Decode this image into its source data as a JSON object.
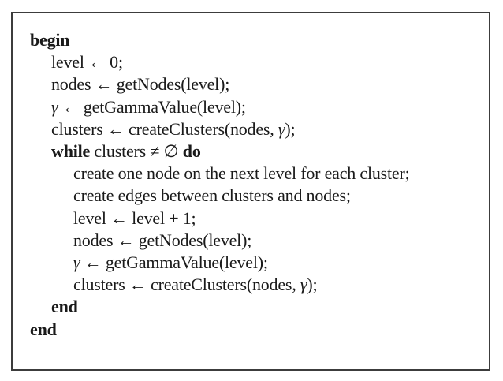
{
  "figure": {
    "type": "algorithm-pseudocode",
    "colors": {
      "text": "#1a1a1a",
      "border": "#3c3c3c",
      "background": "#ffffff"
    },
    "lines": [
      {
        "indent": 0,
        "segments": [
          {
            "text": "begin",
            "style": "bold"
          }
        ]
      },
      {
        "indent": 1,
        "segments": [
          {
            "text": "level ← 0;",
            "style": "normal"
          }
        ]
      },
      {
        "indent": 1,
        "segments": [
          {
            "text": "nodes ← getNodes(level);",
            "style": "normal"
          }
        ]
      },
      {
        "indent": 1,
        "segments": [
          {
            "text": "γ",
            "style": "italic"
          },
          {
            "text": " ← getGammaValue(level);",
            "style": "normal"
          }
        ]
      },
      {
        "indent": 1,
        "segments": [
          {
            "text": "clusters ← createClusters(nodes, ",
            "style": "normal"
          },
          {
            "text": "γ",
            "style": "italic"
          },
          {
            "text": ");",
            "style": "normal"
          }
        ]
      },
      {
        "indent": 1,
        "segments": [
          {
            "text": "while",
            "style": "bold"
          },
          {
            "text": " clusters ≠ ∅ ",
            "style": "normal"
          },
          {
            "text": "do",
            "style": "bold"
          }
        ]
      },
      {
        "indent": 2,
        "segments": [
          {
            "text": "create one node on the next level for each cluster;",
            "style": "normal"
          }
        ]
      },
      {
        "indent": 2,
        "segments": [
          {
            "text": "create edges between clusters and nodes;",
            "style": "normal"
          }
        ]
      },
      {
        "indent": 2,
        "segments": [
          {
            "text": "level ← level + 1;",
            "style": "normal"
          }
        ]
      },
      {
        "indent": 2,
        "segments": [
          {
            "text": "nodes ← getNodes(level);",
            "style": "normal"
          }
        ]
      },
      {
        "indent": 2,
        "segments": [
          {
            "text": "γ",
            "style": "italic"
          },
          {
            "text": " ← getGammaValue(level);",
            "style": "normal"
          }
        ]
      },
      {
        "indent": 2,
        "segments": [
          {
            "text": "clusters ← createClusters(nodes, ",
            "style": "normal"
          },
          {
            "text": "γ",
            "style": "italic"
          },
          {
            "text": ");",
            "style": "normal"
          }
        ]
      },
      {
        "indent": 1,
        "segments": [
          {
            "text": "end",
            "style": "bold"
          }
        ]
      },
      {
        "indent": 0,
        "segments": [
          {
            "text": "end",
            "style": "bold"
          }
        ]
      }
    ]
  }
}
